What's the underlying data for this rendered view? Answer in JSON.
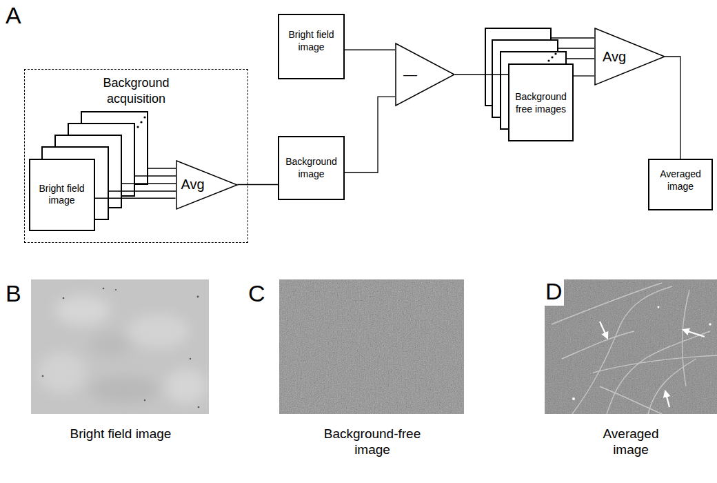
{
  "diagram": {
    "nodes": [
      {
        "text": [
          "Background acquisition"
        ]
      },
      {
        "text": [
          "Bright field image"
        ],
        "in": 0
      },
      {
        "text": [
          "Avg"
        ],
        "in": 0
      },
      {
        "text": [
          "Background image"
        ]
      },
      {
        "text": [
          "Bright field image"
        ]
      },
      {
        "text": [
          "—"
        ]
      },
      {
        "text": [
          "Background free images"
        ]
      },
      {
        "text": [
          "Avg"
        ]
      },
      {
        "text": [
          "Averaged image"
        ]
      }
    ],
    "edges": [
      {
        "from": 1,
        "to": 2,
        "arrow": "none"
      },
      {
        "from": 2,
        "to": 3,
        "arrow": "none"
      },
      {
        "from": 3,
        "to": 5,
        "arrow": "none"
      },
      {
        "from": 4,
        "to": 5,
        "arrow": "none"
      },
      {
        "from": 5,
        "to": 6,
        "arrow": "none"
      },
      {
        "from": 6,
        "to": 7,
        "arrow": "none"
      },
      {
        "from": 7,
        "to": 8,
        "arrow": "none"
      }
    ],
    "labels": [
      "A",
      "B",
      "C",
      "D",
      "Bright field image",
      "Background-free image",
      "Averaged image"
    ]
  }
}
